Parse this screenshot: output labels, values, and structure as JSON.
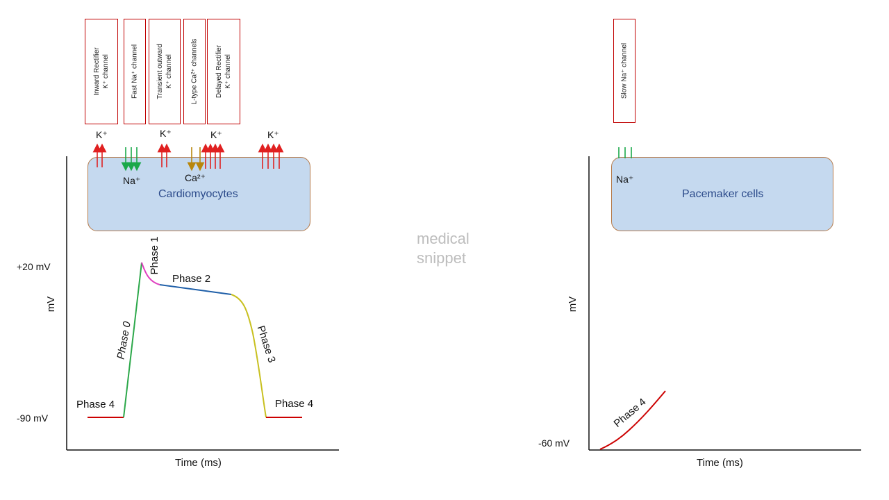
{
  "left_panel": {
    "channels": [
      {
        "line1": "Inward Rectifier",
        "line2": "K⁺ channel"
      },
      {
        "line1": "Fast Na⁺ channel",
        "line2": ""
      },
      {
        "line1": "Transient outward",
        "line2": "K⁺ channel"
      },
      {
        "line1": "L-type Ca²⁺ channels",
        "line2": ""
      },
      {
        "line1": "Delayed Rectifier",
        "line2": "K⁺ channel"
      }
    ],
    "ion_labels": {
      "k1": "K⁺",
      "k2": "K⁺",
      "k3": "K⁺",
      "k4": "K⁺",
      "na": "Na⁺",
      "ca": "Ca²⁺"
    },
    "cell_label": "Cardiomyocytes",
    "y_axis_label": "mV",
    "x_axis_label": "Time (ms)",
    "y_ticks": {
      "top": "+20 mV",
      "bottom": "-90 mV"
    },
    "phases": {
      "phase0": "Phase 0",
      "phase1": "Phase 1",
      "phase2": "Phase 2",
      "phase3": "Phase 3",
      "phase4_left": "Phase 4",
      "phase4_right": "Phase 4"
    }
  },
  "right_panel": {
    "channels": [
      {
        "line1": "Slow Na⁺ channel",
        "line2": ""
      }
    ],
    "ion_labels": {
      "na": "Na⁺"
    },
    "cell_label": "Pacemaker cells",
    "y_axis_label": "mV",
    "x_axis_label": "Time (ms)",
    "y_ticks": {
      "bottom": "-60 mV"
    },
    "phases": {
      "phase4": "Phase 4"
    }
  },
  "watermark": {
    "line1": "medical",
    "line2": "snippet"
  },
  "colors": {
    "box_border": "#c00000",
    "k_arrow": "#e02020",
    "na_arrow": "#1aa84a",
    "ca_arrow": "#b8860b",
    "cell_fill": "#c5d9ef",
    "cell_border": "#b57a4a",
    "phase0": "#2ca84a",
    "phase1": "#e040c0",
    "phase2": "#1f5fa8",
    "phase3": "#c8c020",
    "phase4": "#cc0000"
  }
}
